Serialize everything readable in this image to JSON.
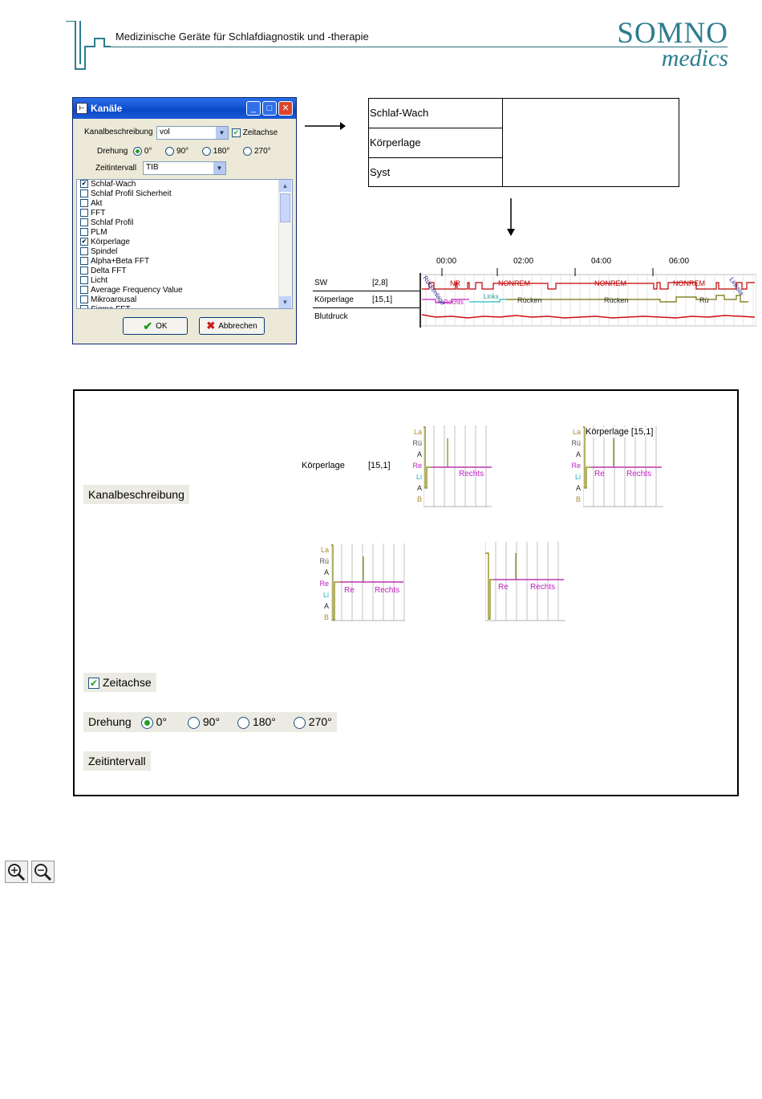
{
  "header": {
    "tagline": "Medizinische Geräte für Schlafdiagnostik und -therapie",
    "logo_top": "SOMNO",
    "logo_bottom": "medics",
    "brand_color": "#2d7d8f"
  },
  "dialog": {
    "title": "Kanäle",
    "kanalbeschreibung_label": "Kanalbeschreibung",
    "kanalbeschreibung_value": "vol",
    "zeitachse_label": "Zeitachse",
    "zeitachse_checked": true,
    "drehung_label": "Drehung",
    "drehung_options": [
      "0°",
      "90°",
      "180°",
      "270°"
    ],
    "drehung_selected": "0°",
    "zeitintervall_label": "Zeitintervall",
    "zeitintervall_value": "TIB",
    "channels": [
      {
        "label": "Schlaf-Wach",
        "checked": true
      },
      {
        "label": "Schlaf Profil Sicherheit",
        "checked": false
      },
      {
        "label": "Akt",
        "checked": false
      },
      {
        "label": "FFT",
        "checked": false
      },
      {
        "label": "Schlaf Profil",
        "checked": false
      },
      {
        "label": "PLM",
        "checked": false
      },
      {
        "label": "Körperlage",
        "checked": true
      },
      {
        "label": "Spindel",
        "checked": false
      },
      {
        "label": "Alpha+Beta FFT",
        "checked": false
      },
      {
        "label": "Delta FFT",
        "checked": false
      },
      {
        "label": "Licht",
        "checked": false
      },
      {
        "label": "Average Frequency Value",
        "checked": false
      },
      {
        "label": "Mikroarousal",
        "checked": false
      },
      {
        "label": "Sigma FFT",
        "checked": false
      }
    ],
    "ok_label": "OK",
    "cancel_label": "Abbrechen"
  },
  "table": {
    "rows": [
      "Schlaf-Wach",
      "Körperlage",
      "Syst"
    ]
  },
  "chart": {
    "time_ticks": [
      "00:00",
      "02:00",
      "04:00",
      "06:00"
    ],
    "rows": [
      {
        "name": "SW",
        "value": "[2,8]"
      },
      {
        "name": "Körperlage",
        "value": "[15,1]"
      },
      {
        "name": "Blutdruck",
        "value": ""
      }
    ],
    "sw_annotations": [
      "NR",
      "NONREM",
      "NONREM",
      "NONREM"
    ],
    "pos_annotations": [
      "Rechts",
      "Links",
      "Rücken",
      "Rücken",
      "Rü"
    ],
    "rotated_labels": [
      "Rückenlage",
      "Linksla"
    ]
  },
  "chart_data": {
    "type": "line",
    "title": "",
    "x": [
      "00:00",
      "02:00",
      "04:00",
      "06:00"
    ],
    "series": [
      {
        "name": "SW",
        "values": []
      },
      {
        "name": "Körperlage",
        "values": []
      },
      {
        "name": "Blutdruck",
        "values": []
      }
    ],
    "colors": {
      "sw": "#c00000",
      "position_rechts": "#c020c0",
      "position_links": "#20c0c0",
      "blutdruck": "#d01010"
    }
  },
  "bigbox": {
    "kanal_pill": "Kanalbeschreibung",
    "koerperlage_label": "Körperlage",
    "koerperlage_value": "[15,1]",
    "inline_title": "Körperlage [15,1]",
    "position_labels": [
      "La",
      "Rü",
      "A",
      "Re",
      "Li",
      "A",
      "B"
    ],
    "mini_re": "Re",
    "mini_rechts": "Rechts",
    "zeitachse_pill": "Zeitachse",
    "drehung_pill": "Drehung",
    "drehung_options": [
      "0°",
      "90°",
      "180°",
      "270°"
    ],
    "zeitintervall_pill": "Zeitintervall"
  }
}
